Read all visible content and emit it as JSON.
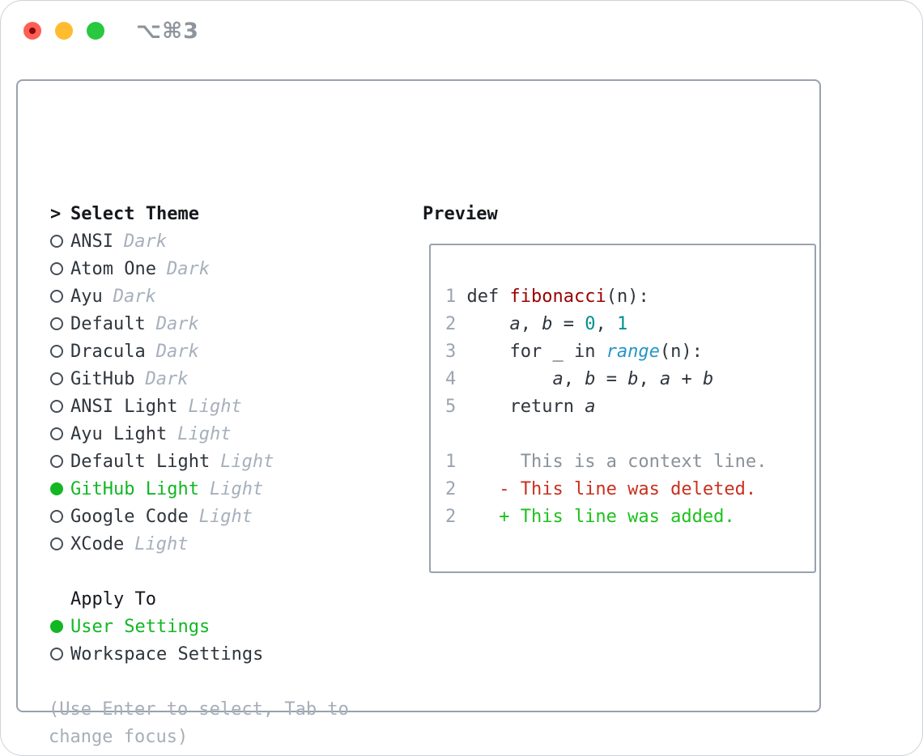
{
  "colors": {
    "window-border": "#cdd1d6",
    "panel-border": "#99a2ae",
    "text-dark": "#2f353c",
    "heading": "#15181c",
    "muted": "#a6b0bc",
    "hint": "#a7aeb8",
    "green": "#12b723",
    "traffic-red": "#ff5f57",
    "traffic-red-dot": "#850b0b",
    "traffic-yellow": "#febc2e",
    "traffic-green": "#28c840",
    "title-gray": "#8e949b",
    "linenum": "#9aa4b1",
    "func-red": "#990000",
    "num-teal": "#009090",
    "builtin-blue": "#2596c8",
    "context-gray": "#8a9199",
    "deleted-red": "#c8301f",
    "added-green": "#1dc11d",
    "circle-stroke": "#474d55"
  },
  "window": {
    "title": "⌥⌘3"
  },
  "theme_picker": {
    "prompt": ">",
    "title": "Select Theme",
    "themes": [
      {
        "name": "ANSI",
        "variant": "Dark",
        "selected": false
      },
      {
        "name": "Atom One",
        "variant": "Dark",
        "selected": false
      },
      {
        "name": "Ayu",
        "variant": "Dark",
        "selected": false
      },
      {
        "name": "Default",
        "variant": "Dark",
        "selected": false
      },
      {
        "name": "Dracula",
        "variant": "Dark",
        "selected": false
      },
      {
        "name": "GitHub",
        "variant": "Dark",
        "selected": false
      },
      {
        "name": "ANSI Light",
        "variant": "Light",
        "selected": false
      },
      {
        "name": "Ayu Light",
        "variant": "Light",
        "selected": false
      },
      {
        "name": "Default Light",
        "variant": "Light",
        "selected": false
      },
      {
        "name": "GitHub Light",
        "variant": "Light",
        "selected": true
      },
      {
        "name": "Google Code",
        "variant": "Light",
        "selected": false
      },
      {
        "name": "XCode",
        "variant": "Light",
        "selected": false
      }
    ],
    "apply_to": {
      "title": "Apply To",
      "options": [
        {
          "label": "User Settings",
          "selected": true
        },
        {
          "label": "Workspace Settings",
          "selected": false
        }
      ]
    },
    "hint_lines": [
      "(Use Enter to select, Tab to",
      "change focus)"
    ]
  },
  "preview": {
    "title": "Preview",
    "lines": [
      {
        "segments": [
          {
            "style": "linenum",
            "text": "1"
          },
          {
            "style": "plain",
            "text": " def "
          },
          {
            "style": "func",
            "text": "fibonacci"
          },
          {
            "style": "plain",
            "text": "(n):"
          }
        ]
      },
      {
        "segments": [
          {
            "style": "linenum",
            "text": "2"
          },
          {
            "style": "plain",
            "text": "     "
          },
          {
            "style": "var",
            "text": "a"
          },
          {
            "style": "plain",
            "text": ", "
          },
          {
            "style": "var",
            "text": "b"
          },
          {
            "style": "plain",
            "text": " = "
          },
          {
            "style": "num",
            "text": "0"
          },
          {
            "style": "plain",
            "text": ", "
          },
          {
            "style": "num",
            "text": "1"
          }
        ]
      },
      {
        "segments": [
          {
            "style": "linenum",
            "text": "3"
          },
          {
            "style": "plain",
            "text": "     for _ in "
          },
          {
            "style": "builtin",
            "text": "range"
          },
          {
            "style": "plain",
            "text": "(n):"
          }
        ]
      },
      {
        "segments": [
          {
            "style": "linenum",
            "text": "4"
          },
          {
            "style": "plain",
            "text": "         "
          },
          {
            "style": "var",
            "text": "a"
          },
          {
            "style": "plain",
            "text": ", "
          },
          {
            "style": "var",
            "text": "b"
          },
          {
            "style": "plain",
            "text": " = "
          },
          {
            "style": "var",
            "text": "b"
          },
          {
            "style": "plain",
            "text": ", "
          },
          {
            "style": "var",
            "text": "a"
          },
          {
            "style": "plain",
            "text": " + "
          },
          {
            "style": "var",
            "text": "b"
          }
        ]
      },
      {
        "segments": [
          {
            "style": "linenum",
            "text": "5"
          },
          {
            "style": "plain",
            "text": "     return "
          },
          {
            "style": "var",
            "text": "a"
          }
        ]
      },
      {
        "segments": []
      },
      {
        "segments": [
          {
            "style": "linenum",
            "text": "1"
          },
          {
            "style": "context",
            "text": "      This is a context line."
          }
        ]
      },
      {
        "segments": [
          {
            "style": "linenum",
            "text": "2"
          },
          {
            "style": "deleted",
            "text": "    - This line was deleted."
          }
        ]
      },
      {
        "segments": [
          {
            "style": "linenum",
            "text": "2"
          },
          {
            "style": "added",
            "text": "    + This line was added."
          }
        ]
      }
    ]
  }
}
